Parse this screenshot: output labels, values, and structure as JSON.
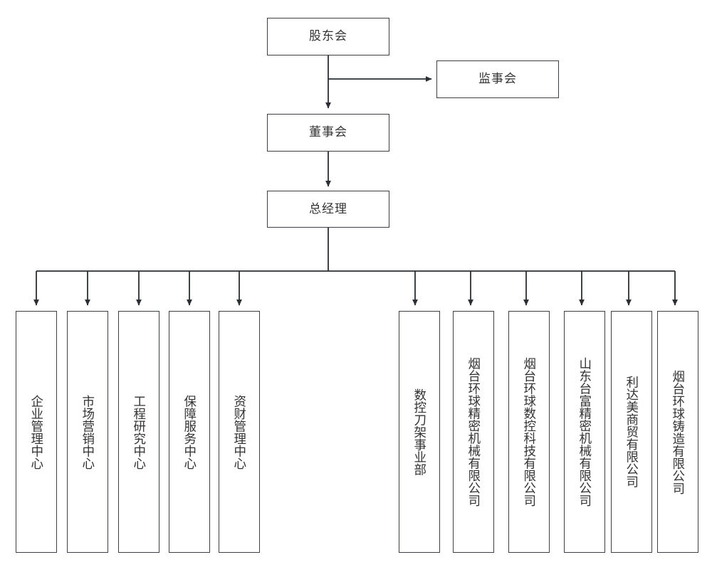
{
  "chart": {
    "title": "",
    "type": "organization-chart",
    "background_color": "#ffffff",
    "line_color": "#3a3f44",
    "text_color": "#333333"
  },
  "top_nodes": {
    "shareholders_meeting": {
      "label": "股东会"
    },
    "supervisory_board": {
      "label": "监事会"
    },
    "board_of_directors": {
      "label": "董事会"
    },
    "general_manager": {
      "label": "总经理"
    }
  },
  "departments": [
    {
      "label": "企业管理中心"
    },
    {
      "label": "市场营销中心"
    },
    {
      "label": "工程研究中心"
    },
    {
      "label": "保障服务中心"
    },
    {
      "label": "资财管理中心"
    }
  ],
  "subsidiaries": [
    {
      "label": "数控刀架事业部"
    },
    {
      "label": "烟台环球精密机械有限公司"
    },
    {
      "label": "烟台环球数控科技有限公司"
    },
    {
      "label": "山东台富精密机械有限公司"
    },
    {
      "label": "利达美商贸有限公司"
    },
    {
      "label": "烟台环球铸造有限公司"
    }
  ]
}
